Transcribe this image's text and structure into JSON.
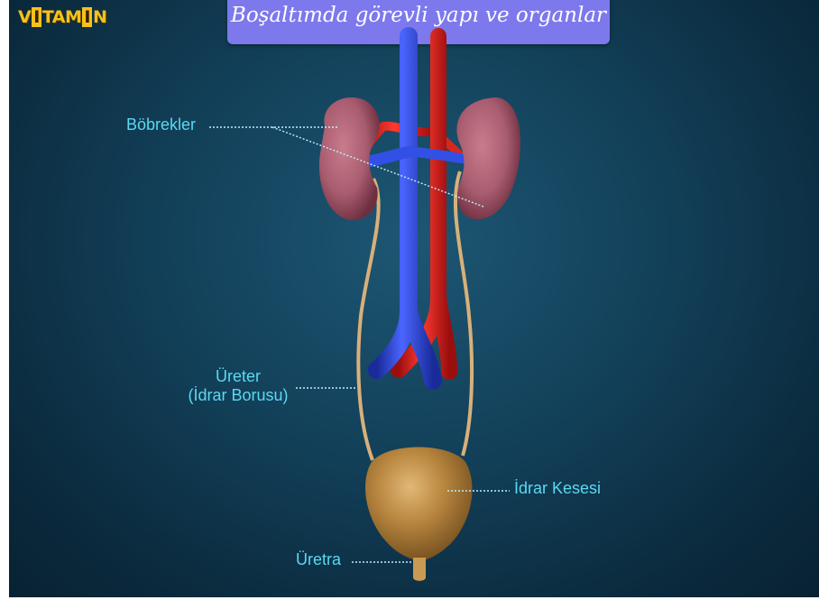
{
  "brand": {
    "logo": "VITAMIN"
  },
  "title": "Boşaltımda görevli yapı ve organlar",
  "labels": {
    "kidneys": "Böbrekler",
    "ureter_line1": "Üreter",
    "ureter_line2": "(İdrar Borusu)",
    "bladder": "İdrar Kesesi",
    "urethra": "Üretra"
  },
  "colors": {
    "background": "#123f58",
    "banner": "#7d79ec",
    "label_text": "#5ad9f2",
    "kidney": "#a85c6f",
    "vein": "#2d45d8",
    "artery": "#e0201e",
    "ureter": "#d8b07a",
    "bladder": "#b8863f"
  }
}
